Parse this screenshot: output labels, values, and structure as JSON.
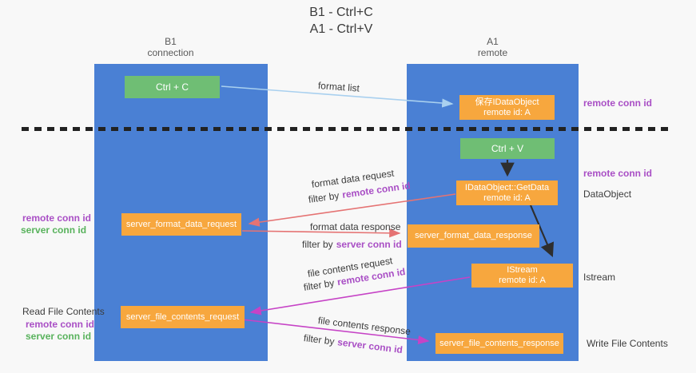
{
  "title": {
    "line1": "B1 - Ctrl+C",
    "line2": "A1 - Ctrl+V"
  },
  "lanes": {
    "left": {
      "title": "B1",
      "subtitle": "connection"
    },
    "right": {
      "title": "A1",
      "subtitle": "remote"
    }
  },
  "boxes": {
    "ctrl_c": {
      "label": "Ctrl + C"
    },
    "ctrl_v": {
      "label": "Ctrl + V"
    },
    "saved_dataobject": {
      "line1": "保存IDataObject",
      "line2": "remote id: A"
    },
    "getdata": {
      "line1": "IDataObject::GetData",
      "line2": "remote id: A"
    },
    "istream": {
      "line1": "IStream",
      "line2": "remote id: A"
    },
    "format_request": {
      "label": "server_format_data_request"
    },
    "format_response": {
      "label": "server_format_data_response"
    },
    "file_request": {
      "label": "server_file_contents_request"
    },
    "file_response": {
      "label": "server_file_contents_response"
    }
  },
  "labels": {
    "format_list": "format list",
    "remote_conn_id": "remote conn id",
    "server_conn_id": "server conn id",
    "filter_by": "filter by",
    "dataobject": "DataObject",
    "istream": "Istream",
    "format_data_request": "format data request",
    "format_data_response": "format data response",
    "file_contents_request": "file contents request",
    "file_contents_response": "file contents response",
    "read_file_contents": "Read File Contents",
    "write_file_contents": "Write File Contents"
  },
  "colors": {
    "lane_blue": "#4a80d4",
    "box_orange": "#f7a73e",
    "box_green": "#6fbe74",
    "arrow_light_blue": "#a9d0ef",
    "arrow_red": "#e57373",
    "arrow_magenta": "#c643c6",
    "arrow_black": "#2e2e2e",
    "text_purple": "#a94fc5",
    "text_green": "#58b25c",
    "background": "#f8f8f8"
  }
}
